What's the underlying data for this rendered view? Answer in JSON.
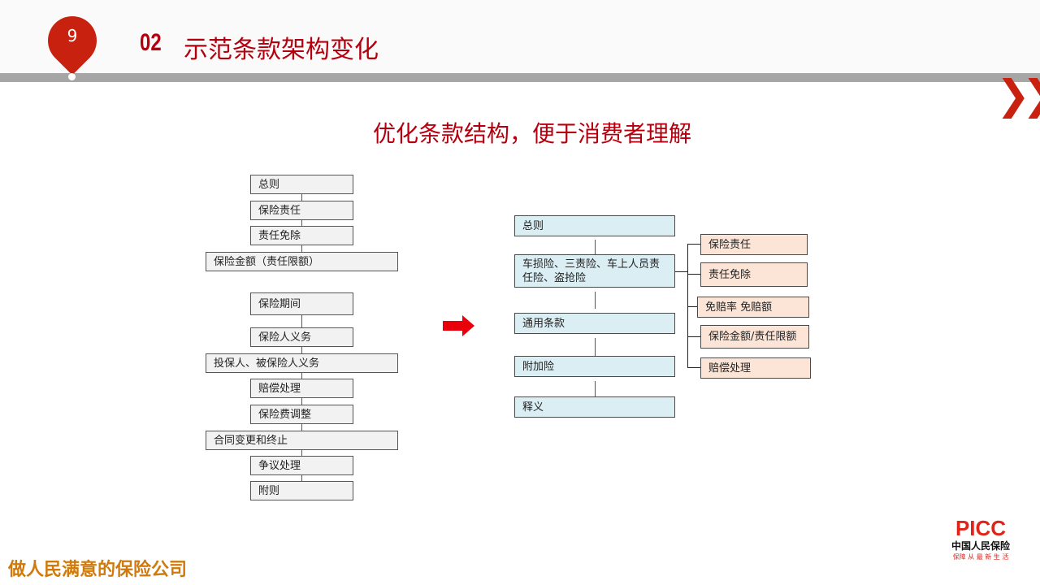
{
  "header": {
    "page_number": "9",
    "section_number": "02",
    "section_title": "示范条款架构变化",
    "nav_icon": "double-chevron-right-icon"
  },
  "subtitle": "优化条款结构，便于消费者理解",
  "old_structure": [
    "总则",
    "保险责任",
    "责任免除",
    "保险金额（责任限额）",
    "保险期间",
    "保险人义务",
    "投保人、被保险人义务",
    "赔偿处理",
    "保险费调整",
    "合同变更和终止",
    "争议处理",
    "附则"
  ],
  "new_structure": {
    "main": [
      "总则",
      "车损险、三责险、车上人员责任险、盗抢险",
      "通用条款",
      "附加险",
      "释义"
    ],
    "sub": [
      "保险责任",
      "责任免除",
      "免赔率 免赔额",
      "保险金额/责任限额",
      "赔偿处理"
    ]
  },
  "footer": {
    "slogan": "做人民满意的保险公司"
  },
  "logo": {
    "brand": "PICC",
    "name": "中国人民保险",
    "tagline": "保障 从 最 新 生 活"
  },
  "colors": {
    "accent": "#b4000e",
    "pin": "#c8210f",
    "left_box": "#f2f2f2",
    "main_box": "#dbeef3",
    "sub_box": "#fce4d6"
  }
}
